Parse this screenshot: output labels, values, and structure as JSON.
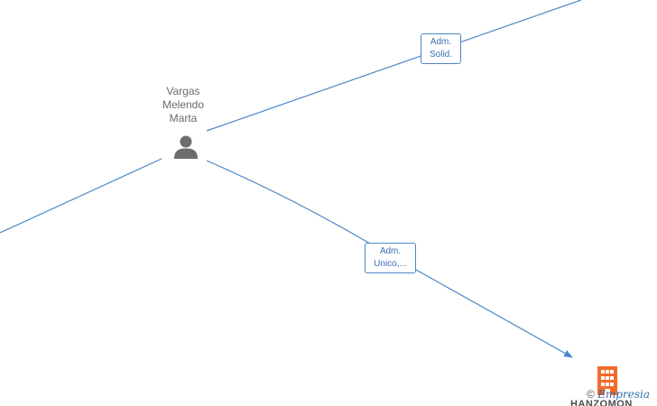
{
  "person": {
    "name_line1": "Vargas",
    "name_line2": "Melendo",
    "name_line3": "Marta",
    "icon": "person-icon"
  },
  "edges": [
    {
      "label_line1": "Adm.",
      "label_line2": "Solid."
    },
    {
      "label_line1": "Adm.",
      "label_line2": "Unico,..."
    }
  ],
  "company": {
    "name": "HANZOMON",
    "icon": "building-icon"
  },
  "watermark": {
    "symbol": "©",
    "brand": "Empresia"
  },
  "colors": {
    "edge": "#4a86c8",
    "person": "#6d6d6d",
    "company": "#f26b2a"
  }
}
